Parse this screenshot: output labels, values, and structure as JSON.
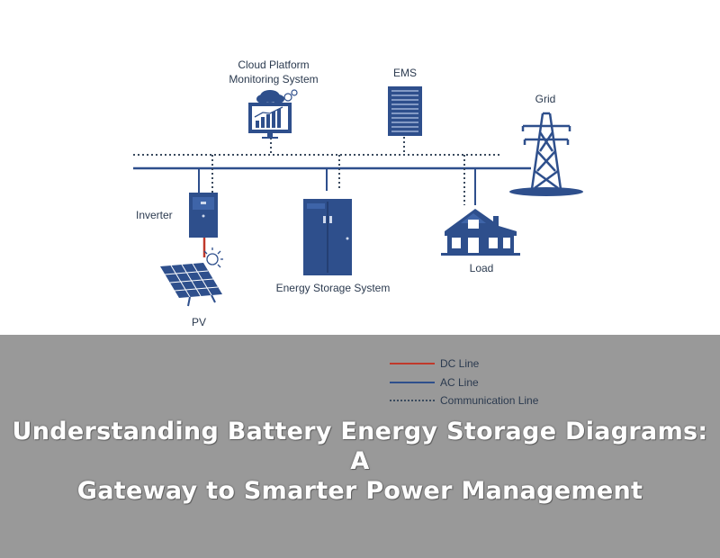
{
  "diagram": {
    "nodes": {
      "cloud": {
        "label_line1": "Cloud Platform",
        "label_line2": "Monitoring System"
      },
      "ems": {
        "label": "EMS"
      },
      "grid": {
        "label": "Grid"
      },
      "inverter": {
        "label": "Inverter"
      },
      "ess": {
        "label": "Energy Storage System"
      },
      "load": {
        "label": "Load"
      },
      "pv": {
        "label": "PV"
      }
    },
    "colors": {
      "primary_blue": "#2e4f8c",
      "dc_line": "#c0392b",
      "comm_line": "#3a4a5e",
      "label_text": "#2b3a4f"
    },
    "icons": [
      "cloud-icon",
      "monitor-chart-icon",
      "server-rack-icon",
      "transmission-tower-icon",
      "inverter-cabinet-icon",
      "battery-cabinet-icon",
      "house-icon",
      "solar-panel-icon",
      "sun-icon"
    ]
  },
  "legend": {
    "items": [
      {
        "label": "DC Line",
        "style": "solid",
        "color": "#c0392b"
      },
      {
        "label": "AC Line",
        "style": "solid",
        "color": "#2e4f8c"
      },
      {
        "label": "Communication Line",
        "style": "dotted",
        "color": "#3a4a5e"
      }
    ]
  },
  "banner": {
    "headline_line1": "Understanding Battery Energy Storage Diagrams: A",
    "headline_line2": "Gateway to Smarter Power Management",
    "background": "#999999"
  }
}
